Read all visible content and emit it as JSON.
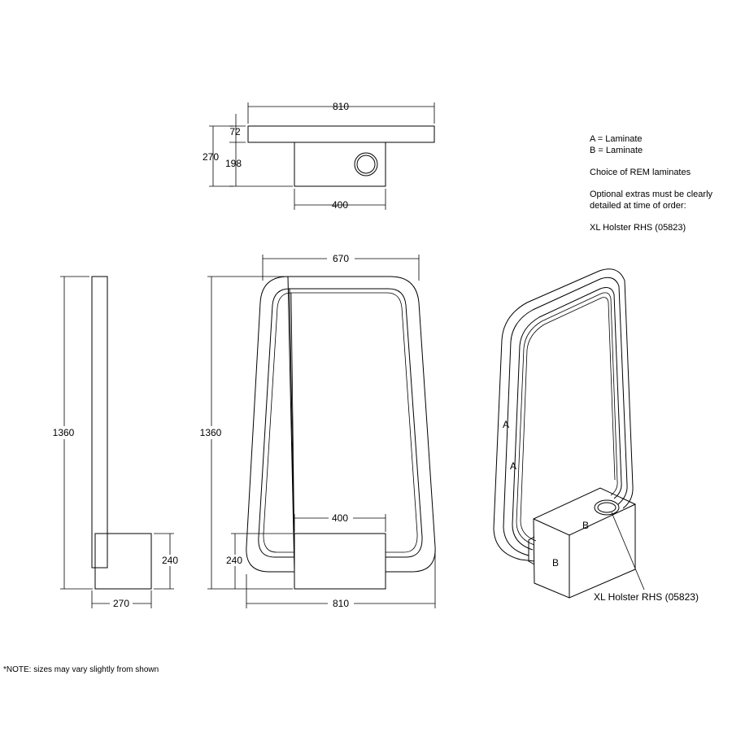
{
  "dimensions": {
    "plan_width": "810",
    "plan_depth_top": "72",
    "plan_depth_total": "270",
    "plan_depth_block": "198",
    "plan_block_width": "400",
    "side_height": "1360",
    "side_block_height": "240",
    "side_depth": "270",
    "front_top_width": "670",
    "front_height": "1360",
    "front_block_width": "400",
    "front_block_height": "240",
    "front_base_width": "810"
  },
  "labels": {
    "a_upper": "A",
    "a_lower": "A",
    "b_top": "B",
    "b_side": "B",
    "holster_callout": "XL Holster RHS (05823)"
  },
  "notes": {
    "line1": "A = Laminate",
    "line2": "B = Laminate",
    "line3": "Choice of REM laminates",
    "line4": "Optional extras must be clearly",
    "line5": "detailed at time of order:",
    "line6": "XL Holster RHS (05823)"
  },
  "footnote": "*NOTE: sizes may vary slightly from shown"
}
